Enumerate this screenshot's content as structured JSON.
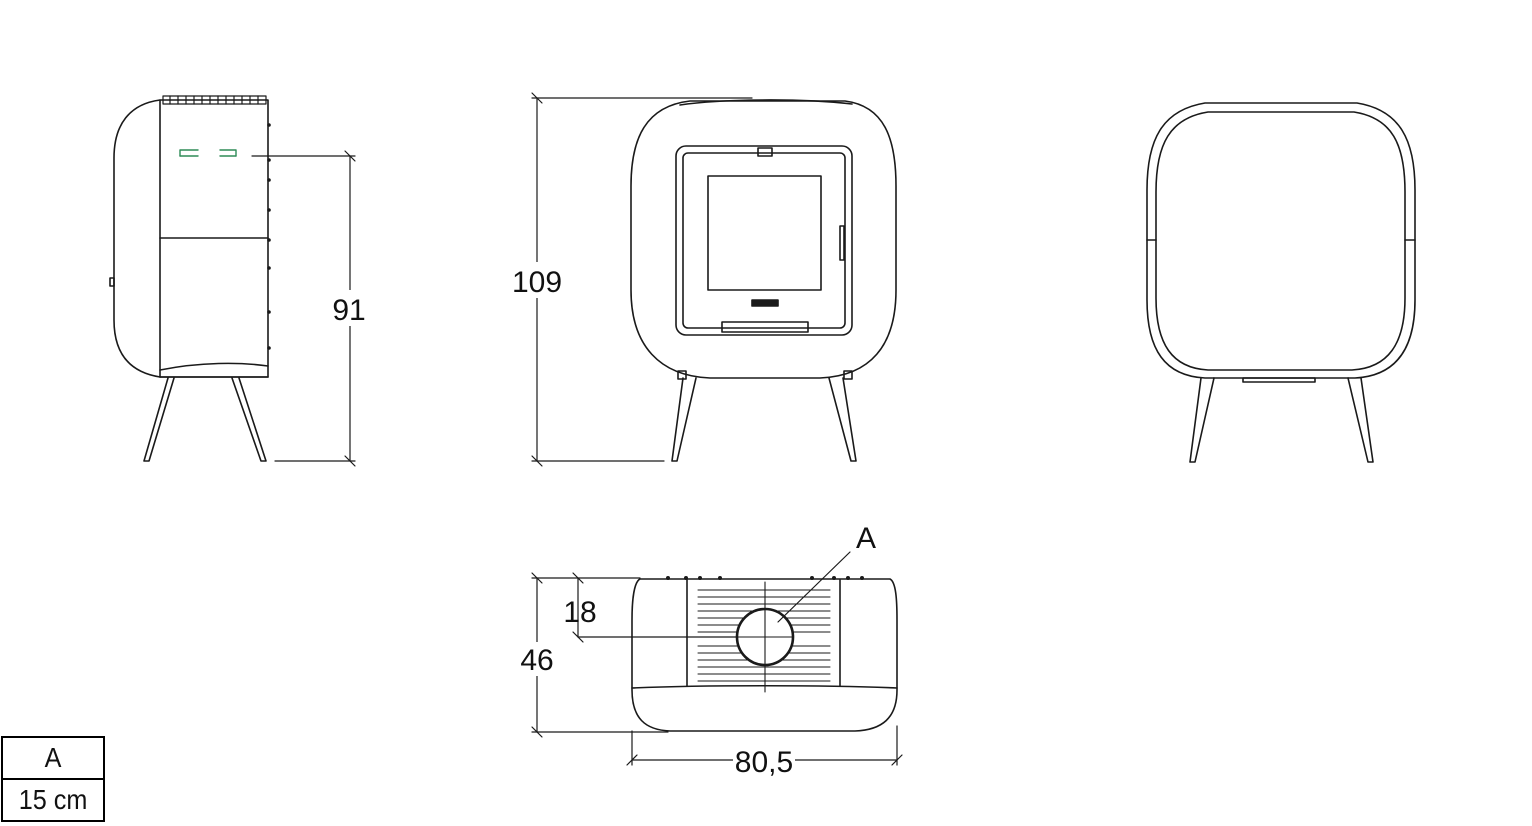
{
  "dimensions": {
    "side_height": "91",
    "front_height": "109",
    "top_depth": "46",
    "flue_offset": "18",
    "top_width": "80,5"
  },
  "callout_label": "A",
  "legend": {
    "header": "A",
    "value": "15 cm"
  },
  "colors": {
    "line": "#1a1a1a",
    "accent_green": "#2e8b57"
  }
}
